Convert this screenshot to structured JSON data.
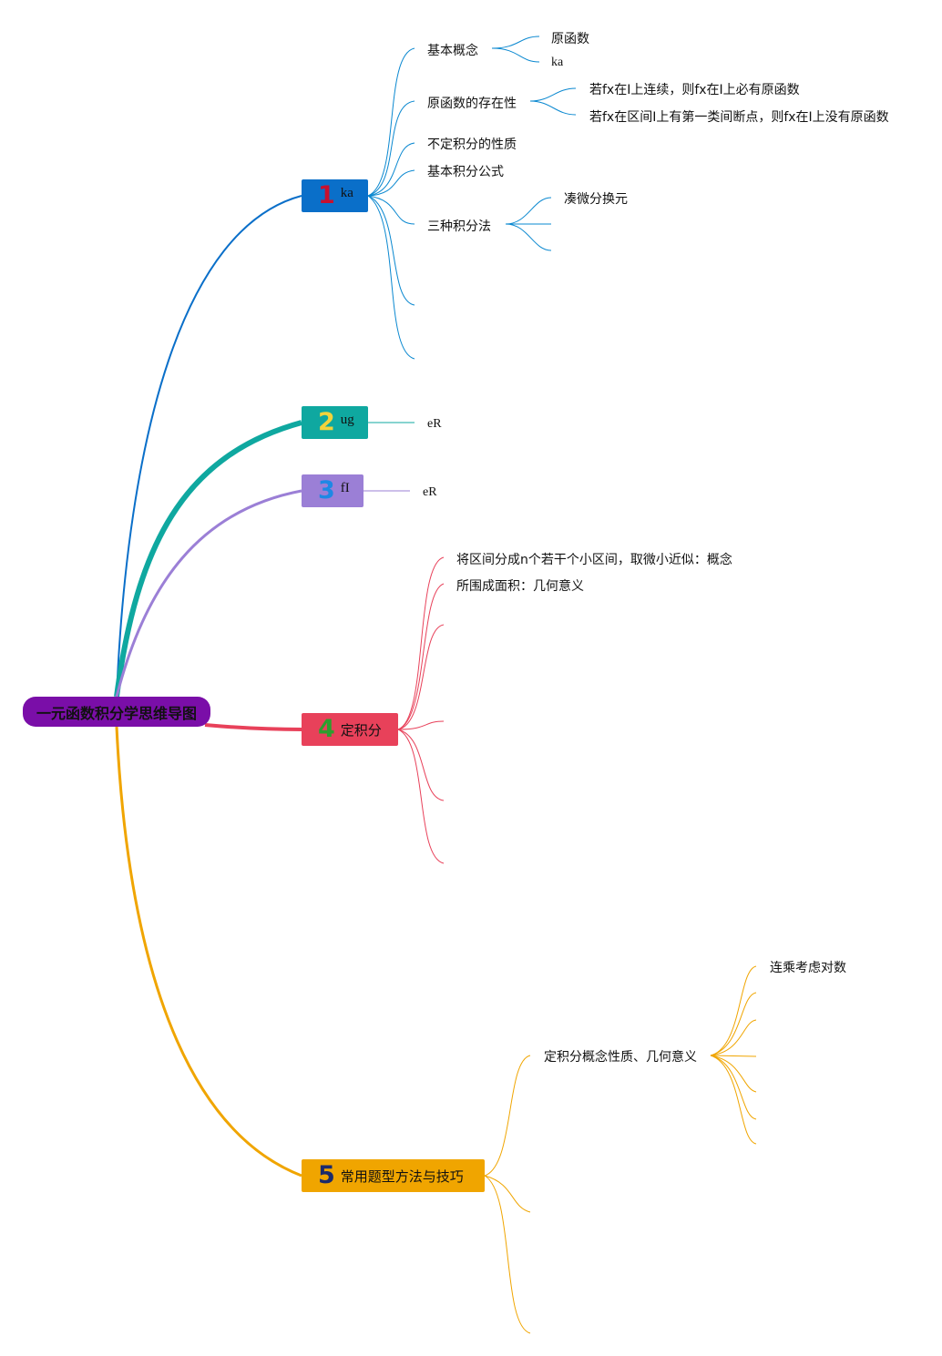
{
  "root": {
    "label": "一元函数积分学思维导图"
  },
  "branches": [
    {
      "number": "1",
      "label": "ka",
      "color": "#0a6fc9",
      "number_color": "#c8102e",
      "children": [
        {
          "label": "基本概念",
          "children": [
            "原函数",
            "ka"
          ]
        },
        {
          "label": "原函数的存在性",
          "children": [
            "若fx在I上连续，则fx在I上必有原函数",
            "若fx在区间I上有第一类间断点，则fx在I上没有原函数"
          ]
        },
        {
          "label": "不定积分的性质"
        },
        {
          "label": "基本积分公式"
        },
        {
          "label": "三种积分法",
          "children": [
            "凑微分换元"
          ]
        }
      ]
    },
    {
      "number": "2",
      "label": "ug",
      "color": "#0fa8a0",
      "number_color": "#f2d33b",
      "children": [
        {
          "label": "eR"
        }
      ]
    },
    {
      "number": "3",
      "label": "fI",
      "color": "#9b7fd6",
      "number_color": "#1e88e5",
      "children": [
        {
          "label": "eR"
        }
      ]
    },
    {
      "number": "4",
      "label": "定积分",
      "color": "#e8415a",
      "number_color": "#2e9e2e",
      "children": [
        {
          "label": "将区间分成n个若干个小区间，取微小近似：概念"
        },
        {
          "label": "所围成面积：几何意义"
        }
      ]
    },
    {
      "number": "5",
      "label": "常用题型方法与技巧",
      "color": "#f0a500",
      "number_color": "#1b2a6b",
      "children": [
        {
          "label": "定积分概念性质、几何意义",
          "children": [
            "连乘考虑对数"
          ]
        }
      ]
    }
  ]
}
